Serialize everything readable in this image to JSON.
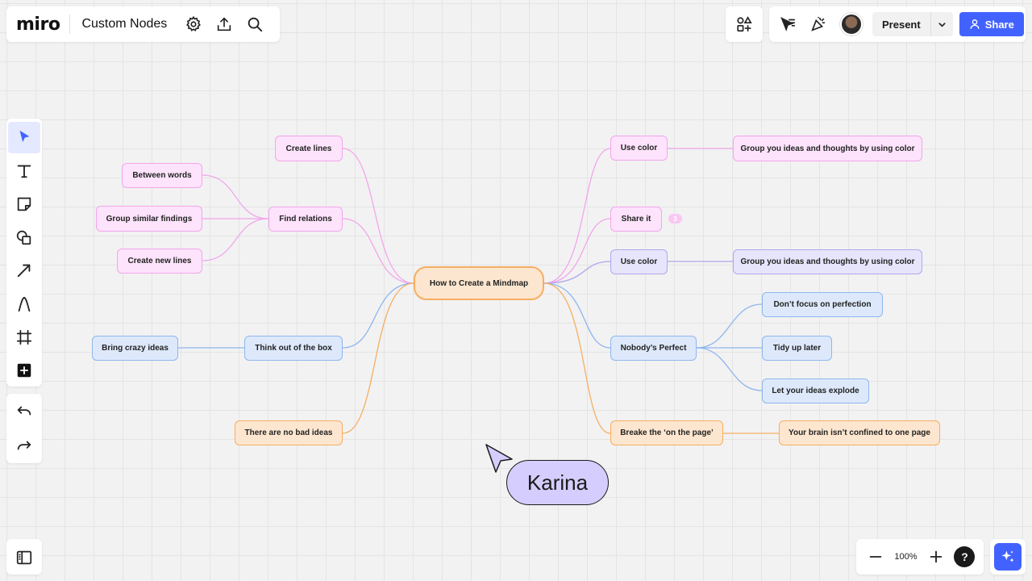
{
  "app": {
    "logo": "miro",
    "board_title": "Custom Nodes"
  },
  "toolbar": {
    "left_icons": [
      "gear-icon",
      "upload-icon",
      "search-icon"
    ],
    "right_icons": [
      "apps-icon",
      "reactions-icon",
      "celebrate-icon"
    ],
    "present_label": "Present",
    "share_label": "Share"
  },
  "tools": [
    "select",
    "text",
    "sticky-note",
    "shapes",
    "arrow",
    "pen",
    "frame",
    "more"
  ],
  "zoom": {
    "level": "100%",
    "help": "?"
  },
  "mindmap": {
    "root": "How to Create a Mindmap",
    "nodes": {
      "create_lines": "Create lines",
      "between_words": "Between words",
      "group_similar": "Group similar findings",
      "find_relations": "Find relations",
      "create_new_lines": "Create new lines",
      "bring_crazy": "Bring crazy ideas",
      "think_out": "Think out of the box",
      "no_bad_ideas": "There are no bad ideas",
      "use_color_1": "Use color",
      "group_color_1": "Group you ideas and thoughts by using color",
      "share_it": "Share it",
      "use_color_2": "Use color",
      "group_color_2": "Group you ideas and thoughts by using color",
      "dont_focus": "Don’t focus on perfection",
      "nobody_perfect": "Nobody’s Perfect",
      "tidy_up": "Tidy up later",
      "let_explode": "Let your ideas explode",
      "breake_page": "Breake the ‘on the page’",
      "brain_not_confined": "Your brain isn’t confined to one page"
    },
    "badge": "3"
  },
  "cursor": {
    "name": "Karina"
  },
  "colors": {
    "pink": "#f2a6ec",
    "purple": "#b0a7ee",
    "blue": "#8fb6ee",
    "orange": "#f6ae62",
    "accent": "#4262ff"
  }
}
